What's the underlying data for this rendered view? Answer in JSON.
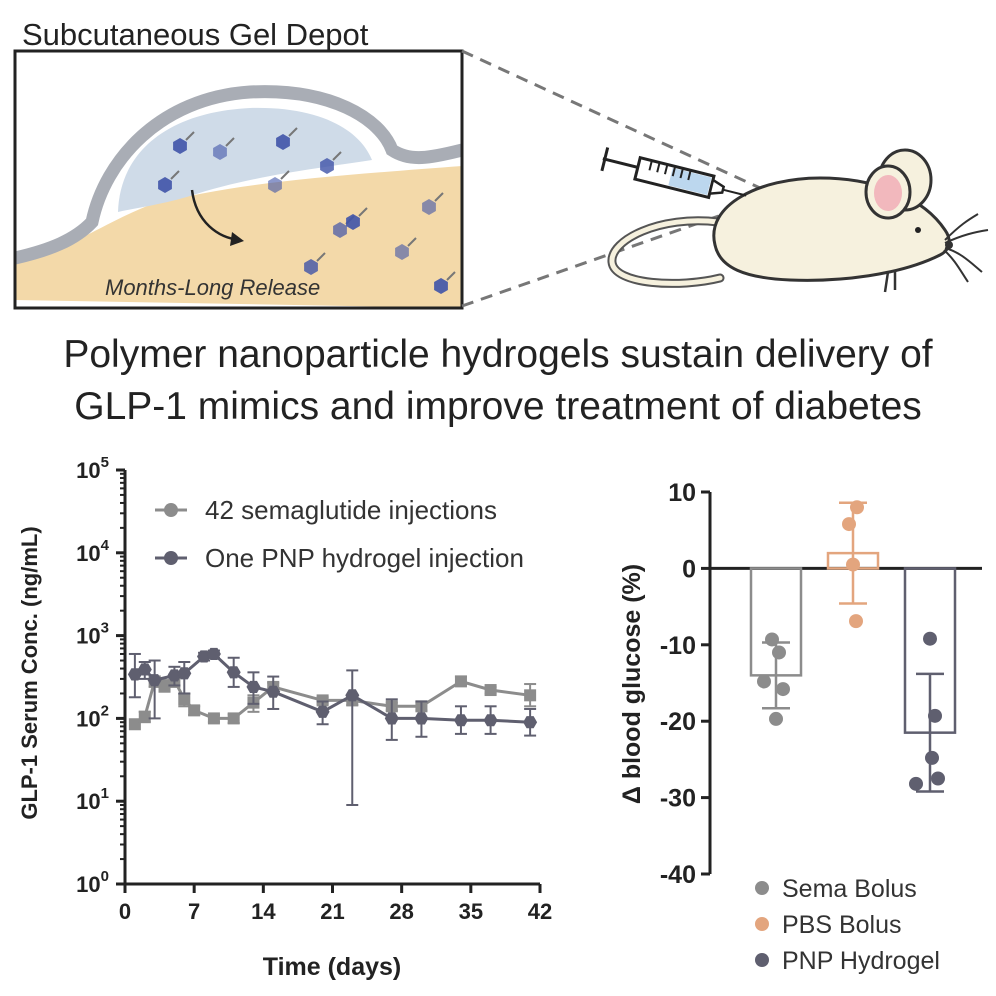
{
  "illustration": {
    "depot_title": "Subcutaneous Gel Depot",
    "release_label": "Months-Long Release"
  },
  "headline": {
    "line1": "Polymer nanoparticle hydrogels sustain delivery of",
    "line2": "GLP-1 mimics and improve treatment of diabetes"
  },
  "colors": {
    "sema": "#8c8c8c",
    "pnp": "#5f5f6f",
    "pbs": "#e3a57e",
    "axis": "#222222",
    "skin": "#a9adb5",
    "gel": "#cfdbe8",
    "fat": "#f3d9a9",
    "molecule": "#3f53a8",
    "mouse": "#f6f1de"
  },
  "chart_data": [
    {
      "type": "line",
      "title": "",
      "xlabel": "Time (days)",
      "ylabel": "GLP-1 Serum Conc. (ng/mL)",
      "y_scale": "log",
      "xlim": [
        0,
        42
      ],
      "ylim": [
        1,
        100000
      ],
      "x_ticks": [
        "0",
        "7",
        "14",
        "21",
        "28",
        "35",
        "42"
      ],
      "y_ticks": [
        {
          "base": "10",
          "exp": "0",
          "value": 1
        },
        {
          "base": "10",
          "exp": "1",
          "value": 10
        },
        {
          "base": "10",
          "exp": "2",
          "value": 100
        },
        {
          "base": "10",
          "exp": "3",
          "value": 1000
        },
        {
          "base": "10",
          "exp": "4",
          "value": 10000
        },
        {
          "base": "10",
          "exp": "5",
          "value": 100000
        }
      ],
      "legend_position": "top-left",
      "series": [
        {
          "name": "42 semaglutide injections",
          "color": "#8c8c8c",
          "points": [
            {
              "x": 1,
              "y": 85,
              "lo": 85,
              "hi": 85
            },
            {
              "x": 2,
              "y": 105,
              "lo": 90,
              "hi": 120
            },
            {
              "x": 3,
              "y": 280,
              "lo": 240,
              "hi": 320
            },
            {
              "x": 4,
              "y": 250,
              "lo": 210,
              "hi": 290
            },
            {
              "x": 5,
              "y": 290,
              "lo": 240,
              "hi": 340
            },
            {
              "x": 6,
              "y": 170,
              "lo": 140,
              "hi": 200
            },
            {
              "x": 7,
              "y": 125,
              "lo": 110,
              "hi": 140
            },
            {
              "x": 9,
              "y": 100,
              "lo": 90,
              "hi": 110
            },
            {
              "x": 11,
              "y": 100,
              "lo": 88,
              "hi": 112
            },
            {
              "x": 13,
              "y": 155,
              "lo": 120,
              "hi": 190
            },
            {
              "x": 15,
              "y": 240,
              "lo": 210,
              "hi": 270
            },
            {
              "x": 20,
              "y": 165,
              "lo": 150,
              "hi": 180
            },
            {
              "x": 23,
              "y": 165,
              "lo": 145,
              "hi": 185
            },
            {
              "x": 27,
              "y": 140,
              "lo": 125,
              "hi": 155
            },
            {
              "x": 30,
              "y": 140,
              "lo": 125,
              "hi": 155
            },
            {
              "x": 34,
              "y": 280,
              "lo": 250,
              "hi": 320
            },
            {
              "x": 37,
              "y": 220,
              "lo": 200,
              "hi": 240
            },
            {
              "x": 41,
              "y": 190,
              "lo": 140,
              "hi": 260
            }
          ]
        },
        {
          "name": "One PNP hydrogel injection",
          "color": "#5f5f6f",
          "points": [
            {
              "x": 1,
              "y": 340,
              "lo": 180,
              "hi": 600
            },
            {
              "x": 2,
              "y": 390,
              "lo": 300,
              "hi": 480
            },
            {
              "x": 3,
              "y": 290,
              "lo": 100,
              "hi": 500
            },
            {
              "x": 5,
              "y": 330,
              "lo": 250,
              "hi": 420
            },
            {
              "x": 6,
              "y": 350,
              "lo": 200,
              "hi": 480
            },
            {
              "x": 8,
              "y": 560,
              "lo": 500,
              "hi": 620
            },
            {
              "x": 9,
              "y": 600,
              "lo": 540,
              "hi": 660
            },
            {
              "x": 11,
              "y": 360,
              "lo": 240,
              "hi": 540
            },
            {
              "x": 13,
              "y": 240,
              "lo": 150,
              "hi": 360
            },
            {
              "x": 15,
              "y": 210,
              "lo": 130,
              "hi": 320
            },
            {
              "x": 20,
              "y": 120,
              "lo": 85,
              "hi": 160
            },
            {
              "x": 23,
              "y": 190,
              "lo": 9,
              "hi": 380
            },
            {
              "x": 27,
              "y": 100,
              "lo": 55,
              "hi": 170
            },
            {
              "x": 30,
              "y": 100,
              "lo": 60,
              "hi": 160
            },
            {
              "x": 34,
              "y": 95,
              "lo": 65,
              "hi": 140
            },
            {
              "x": 37,
              "y": 95,
              "lo": 65,
              "hi": 140
            },
            {
              "x": 41,
              "y": 90,
              "lo": 62,
              "hi": 130
            }
          ]
        }
      ]
    },
    {
      "type": "bar",
      "title": "",
      "xlabel": "",
      "ylabel": "Δ blood glucose (%)",
      "ylim": [
        -40,
        10
      ],
      "y_ticks": [
        10,
        0,
        -10,
        -20,
        -30,
        -40
      ],
      "legend_position": "bottom",
      "series": [
        {
          "name": "Sema Bolus",
          "color": "#8c8c8c",
          "mean": -14,
          "sd": 4.3,
          "points": [
            -9.3,
            -11,
            -14.8,
            -15.8,
            -19.7
          ]
        },
        {
          "name": "PBS Bolus",
          "color": "#e3a57e",
          "mean": 2,
          "sd": 6.6,
          "points": [
            8,
            5.8,
            0.5,
            -6.9
          ]
        },
        {
          "name": "PNP Hydrogel",
          "color": "#5f5f6f",
          "mean": -21.5,
          "sd": 7.7,
          "points": [
            -9.2,
            -19.3,
            -24.8,
            -27.5,
            -28.2
          ]
        }
      ]
    }
  ]
}
